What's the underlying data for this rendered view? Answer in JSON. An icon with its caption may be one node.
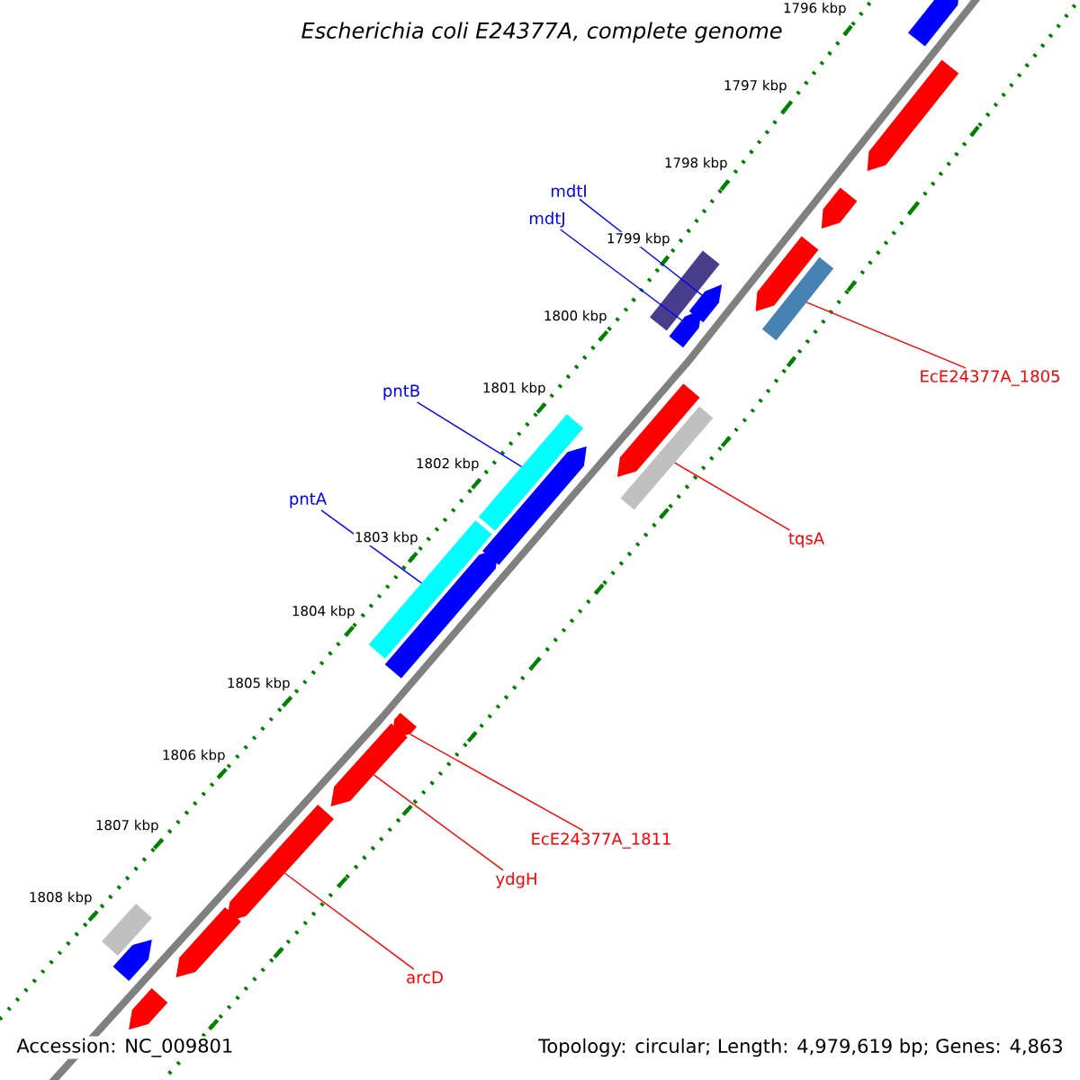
{
  "diagram": {
    "title": "Escherichia coli E24377A, complete genome",
    "nodes": [
      {
        "text": [
          "mdtI"
        ]
      },
      {
        "text": [
          "mdtJ"
        ]
      },
      {
        "text": [],
        "shape": "arrow"
      },
      {
        "text": [],
        "shape": "arrow"
      },
      {
        "text": [
          "EcE24377A_1805"
        ]
      },
      {
        "text": [],
        "shape": "bar"
      },
      {
        "text": [
          "pntB"
        ]
      },
      {
        "text": [],
        "shape": "bar"
      },
      {
        "text": [
          "pntA"
        ]
      },
      {
        "text": [],
        "shape": "bar"
      },
      {
        "text": [
          "tqsA"
        ]
      },
      {
        "text": [],
        "shape": "bar"
      },
      {
        "text": [
          "EcE24377A_1811"
        ]
      },
      {
        "text": [],
        "shape": "arrow"
      },
      {
        "text": [
          "ydgH"
        ]
      },
      {
        "text": [],
        "shape": "arrow"
      },
      {
        "text": [
          "arcD"
        ]
      },
      {
        "text": [],
        "shape": "arrow"
      },
      {
        "text": [],
        "shape": "arrow"
      },
      {
        "text": [],
        "shape": "arrow"
      },
      {
        "text": [],
        "shape": "arrow"
      },
      {
        "text": [],
        "shape": "arrow"
      },
      {
        "text": [],
        "shape": "bar"
      },
      {
        "text": [],
        "shape": "arrow"
      },
      {
        "text": [],
        "shape": "arrow"
      },
      {
        "text": [],
        "shape": "arrow"
      },
      {
        "text": [],
        "shape": "arrow"
      },
      {
        "text": [],
        "shape": "bar"
      },
      {
        "text": [],
        "shape": "arrow"
      },
      {
        "text": [],
        "shape": "arrow"
      }
    ],
    "edges": [
      {
        "from": 0,
        "to": 2,
        "arrow": "none",
        "color": "#0000ff"
      },
      {
        "from": 1,
        "to": 3,
        "arrow": "none",
        "color": "#0000ff"
      },
      {
        "from": 4,
        "to": 5,
        "arrow": "none"
      },
      {
        "from": 6,
        "to": 7,
        "arrow": "none",
        "color": "#0000ff"
      },
      {
        "from": 8,
        "to": 9,
        "arrow": "none",
        "color": "#0000ff"
      },
      {
        "from": 10,
        "to": 11,
        "arrow": "none"
      },
      {
        "from": 12,
        "to": 13,
        "arrow": "none"
      },
      {
        "from": 14,
        "to": 15,
        "arrow": "none"
      },
      {
        "from": 16,
        "to": 17,
        "arrow": "none"
      }
    ],
    "labels": [
      "1796 kbp",
      "1797 kbp",
      "1798 kbp",
      "1799 kbp",
      "1800 kbp",
      "1801 kbp",
      "1802 kbp",
      "1803 kbp",
      "1804 kbp",
      "1805 kbp",
      "1806 kbp",
      "1807 kbp",
      "1808 kbp",
      "Accession: NC_009801",
      "Topology: circular; Length: 4,979,619 bp; Genes: 4,863"
    ]
  }
}
